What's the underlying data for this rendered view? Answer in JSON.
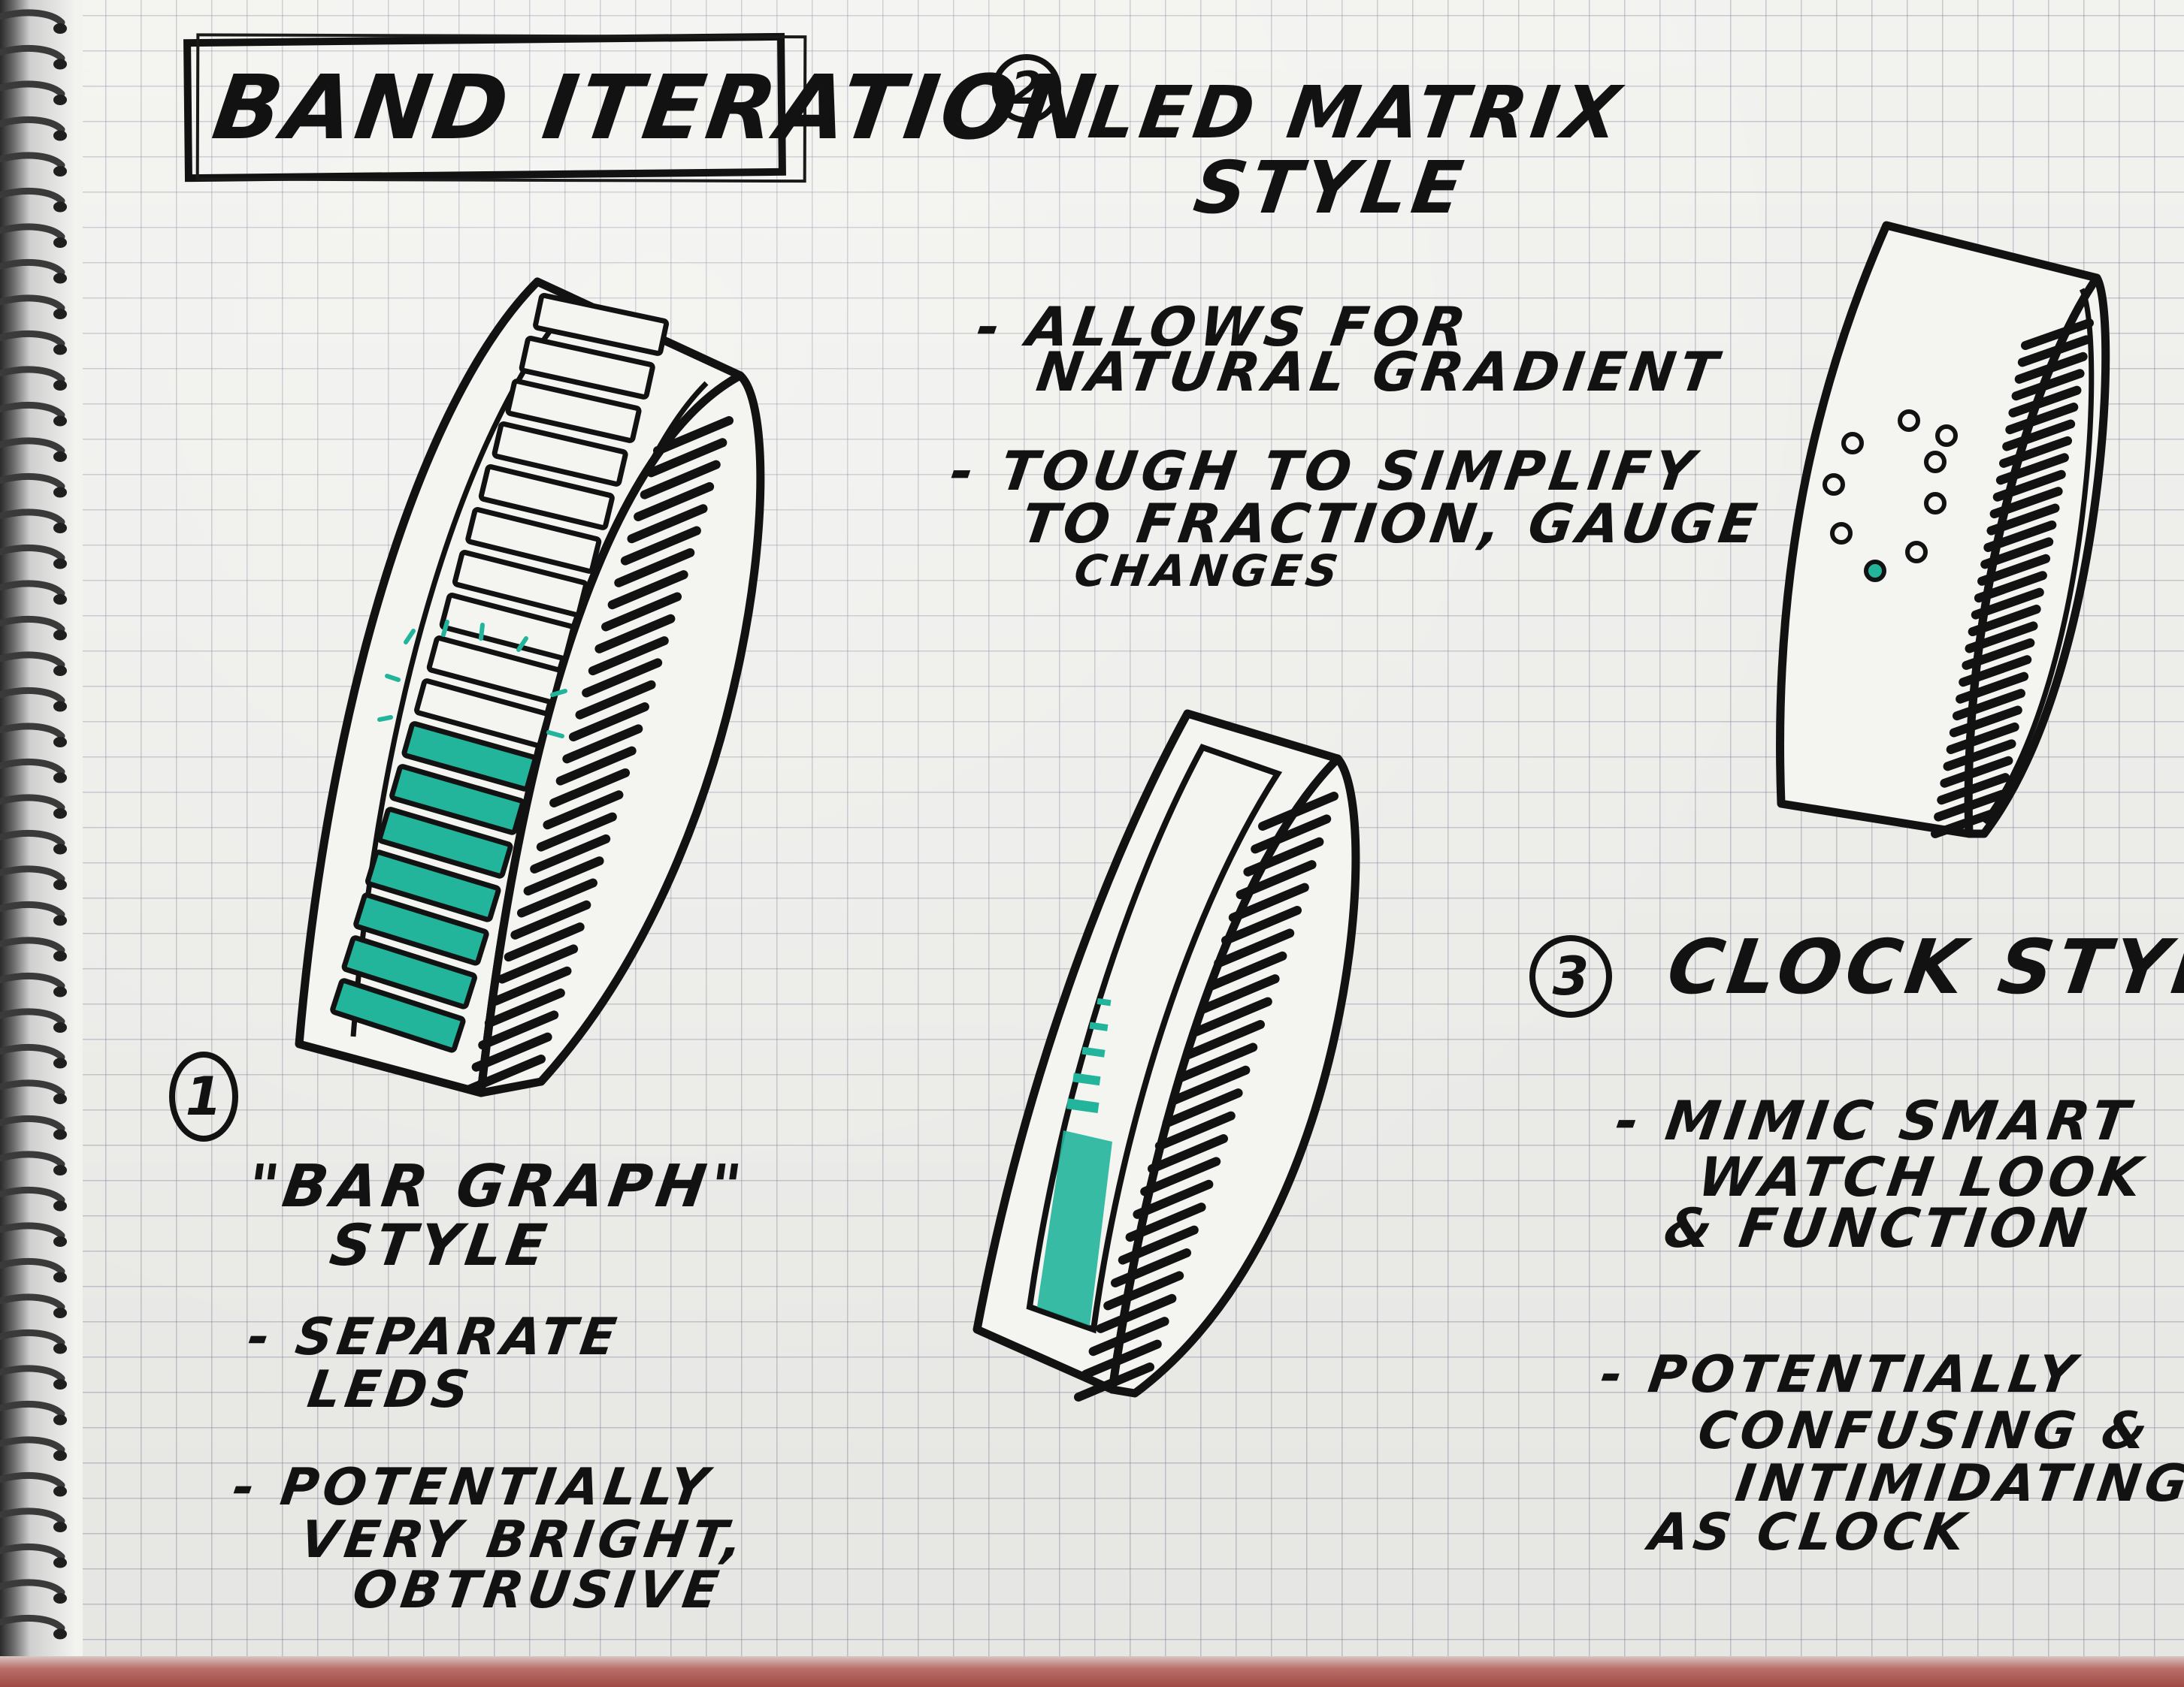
{
  "title": "BAND ITERATION",
  "concepts": [
    {
      "number": "1",
      "name_lines": [
        "\"BAR GRAPH\"",
        "STYLE"
      ],
      "notes": [
        {
          "lines": [
            "- SEPARATE",
            "LEDS"
          ]
        },
        {
          "lines": [
            "- POTENTIALLY",
            "VERY BRIGHT,",
            "OBTRUSIVE"
          ]
        }
      ]
    },
    {
      "number": "2",
      "name_lines": [
        "LED MATRIX",
        "STYLE"
      ],
      "notes": [
        {
          "lines": [
            "- ALLOWS FOR",
            "NATURAL GRADIENT"
          ]
        },
        {
          "lines": [
            "- TOUGH TO SIMPLIFY",
            "TO FRACTION, GAUGE",
            "CHANGES"
          ]
        }
      ]
    },
    {
      "number": "3",
      "name_lines": [
        "CLOCK STYLE"
      ],
      "notes": [
        {
          "lines": [
            "- MIMIC SMART",
            "WATCH LOOK",
            "& FUNCTION"
          ]
        },
        {
          "lines": [
            "- POTENTIALLY",
            "CONFUSING &",
            "INTIMIDATING",
            "AS CLOCK"
          ]
        }
      ]
    }
  ],
  "colors": {
    "ink": "#121212",
    "led": "#22b59b",
    "paper": "#f2f2ef",
    "grid": "#8088a0"
  }
}
